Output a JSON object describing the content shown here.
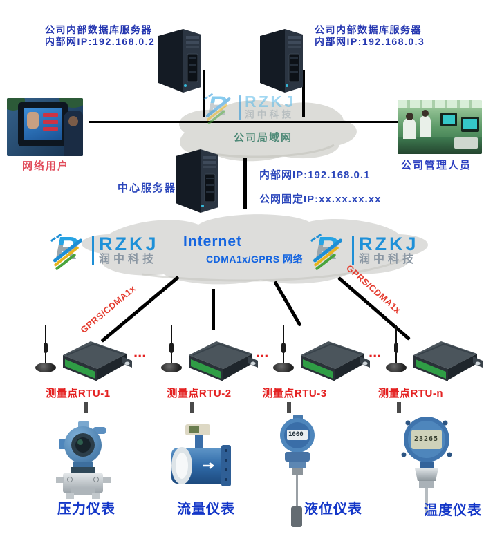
{
  "top": {
    "db_left": {
      "line1": "公司内部数据库服务器",
      "line2": "内部网IP:192.168.0.2"
    },
    "db_right": {
      "line1": "公司内部数据库服务器",
      "line2": "内部网IP:192.168.0.3"
    }
  },
  "photos": {
    "left_label": "网络用户",
    "right_label": "公司管理人员"
  },
  "lan_cloud": {
    "label": "公司局域网"
  },
  "center": {
    "server_label": "中心服务器",
    "ip1": "内部网IP:192.168.0.1",
    "ip2": "公网固定IP:xx.xx.xx.xx"
  },
  "internet_cloud": {
    "title": "Internet",
    "subtitle": "CDMA1x/GPRS 网络"
  },
  "logo": {
    "mark": "R",
    "text": "RZKJ",
    "subtext": "润中科技"
  },
  "links": {
    "left_label": "GPRS/CDMA1x",
    "right_label": "GPRS/CDMA1x",
    "dots": "..."
  },
  "rtus": [
    {
      "label": "测量点RTU-1"
    },
    {
      "label": "测量点RTU-2"
    },
    {
      "label": "测量点RTU-3"
    },
    {
      "label": "测量点RTU-n"
    }
  ],
  "instruments": [
    {
      "label": "压力仪表"
    },
    {
      "label": "流量仪表"
    },
    {
      "label": "液位仪表",
      "display": "1000"
    },
    {
      "label": "温度仪表",
      "display": "23265"
    }
  ],
  "colors": {
    "label_navy": "#2436b0",
    "label_blue": "#2b46bb",
    "internet_blue": "#1565e0",
    "lan_green": "#4f8a78",
    "rtu_red": "#e42222",
    "instrument_blue": "#1437c8",
    "logo_blue": "#1e90d8",
    "cloud_grey": "#dcdcd8"
  }
}
